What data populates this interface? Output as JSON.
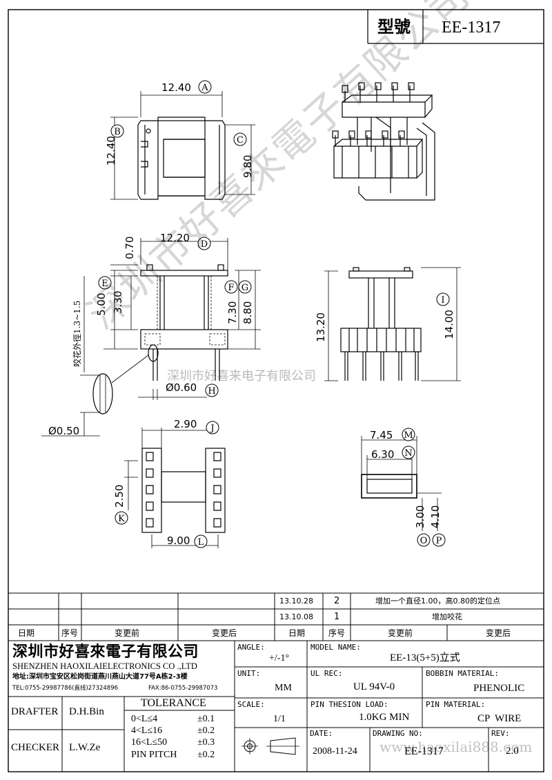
{
  "header": {
    "model_label": "型號",
    "model_value": "EE-1317"
  },
  "dims": {
    "a": "12.40",
    "b": "12.40",
    "c": "9.80",
    "d": "12.20",
    "d_top": "0.70",
    "e": "5.00",
    "e2": "3.30",
    "f": "7.30",
    "g": "8.80",
    "pin_dia": "Ø0.60",
    "pin_dia2": "Ø0.50",
    "crimp": "咬花外徑1.3~1.5",
    "i": "14.00",
    "i2": "13.20",
    "j": "2.90",
    "k": "2.50",
    "l": "9.00",
    "m": "7.45",
    "n": "6.30",
    "o": "3.00",
    "p": "4.10"
  },
  "circle_labels": [
    "A",
    "B",
    "C",
    "D",
    "E",
    "F",
    "G",
    "H",
    "I",
    "J",
    "K",
    "L",
    "M",
    "N",
    "O",
    "P"
  ],
  "watermark": {
    "diagonal": "深圳市好喜來電子有限公司",
    "center": "深圳市好喜来电子有限公司",
    "url": "www.haoxilai888.com"
  },
  "revisions": [
    {
      "date": "13.10.28",
      "no": "2",
      "desc": "增加一个直径1.00，高0.80的定位点"
    },
    {
      "date": "13.10.08",
      "no": "1",
      "desc": "增加咬花"
    }
  ],
  "rev_header": {
    "date": "日期",
    "no": "序号",
    "before": "变更前",
    "after": "变更后"
  },
  "company": {
    "name_cn": "深圳市好喜來電子有限公司",
    "name_en": "SHENZHEN HAOXILAIELECTRONICS CO .,LTD",
    "address": "地址:深圳市宝安区松岗街道燕川燕山大道77号A栋2-3楼",
    "tel": "TEL:0755-29987786(直线)27324896",
    "fax": "FAX:86-0755-29987073"
  },
  "staff": {
    "drafter_label": "DRAFTER",
    "drafter": "D.H.Bin",
    "checker_label": "CHECKER",
    "checker": "L.W.Ze"
  },
  "tolerance": {
    "title": "TOLERANCE",
    "rows": [
      {
        "range": "0<L≤4",
        "value": "±0.1"
      },
      {
        "range": "4<L≤16",
        "value": "±0.2"
      },
      {
        "range": "16<L≤50",
        "value": "±0.3"
      },
      {
        "range": "PIN PITCH",
        "value": "±0.2"
      }
    ]
  },
  "fields": {
    "angle_label": "ANGLE:",
    "angle": "+/-1°",
    "unit_label": "UNIT:",
    "unit": "MM",
    "scale_label": "SCALE:",
    "scale": "1/1",
    "model_name_label": "MODEL NAME:",
    "model_name": "EE-13(5+5)立式",
    "ul_label": "UL REC:",
    "ul": "UL 94V-0",
    "bobbin_label": "BOBBIN MATERIAL:",
    "bobbin": "PHENOLIC",
    "pin_load_label": "PIN THESION LOAD:",
    "pin_load": "1.0KG MIN",
    "pin_mat_label": "PIN MATERIAL:",
    "pin_mat": "CP  WIRE",
    "date_label": "DATE:",
    "date": "2008-11-24",
    "drawing_label": "DRAWING NO:",
    "drawing": "EE-1317",
    "rev_label": "REV:",
    "rev": "2.0"
  }
}
